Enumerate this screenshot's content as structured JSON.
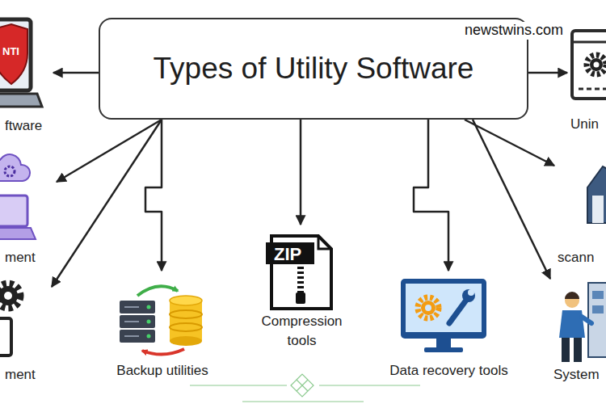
{
  "diagram": {
    "nodes": [
      {
        "text": [
          "Types of Utility Software"
        ]
      },
      {
        "text": [
          "ftware"
        ]
      },
      {
        "text": [
          "Unin"
        ]
      },
      {
        "text": [
          "ment"
        ]
      },
      {
        "text": [
          "scann"
        ]
      },
      {
        "text": [
          "ment"
        ]
      },
      {
        "text": [
          "Backup utilities"
        ]
      },
      {
        "text": [
          "Compression tools"
        ]
      },
      {
        "text": [
          "Data recovery tools"
        ]
      },
      {
        "text": [
          "System"
        ]
      }
    ],
    "edges": [
      {
        "from": 0,
        "to": 1,
        "arrow": "to"
      },
      {
        "from": 0,
        "to": 2,
        "arrow": "to"
      },
      {
        "from": 0,
        "to": 3,
        "arrow": "to"
      },
      {
        "from": 0,
        "to": 4,
        "arrow": "to"
      },
      {
        "from": 0,
        "to": 5,
        "arrow": "to"
      },
      {
        "from": 0,
        "to": 6,
        "arrow": "to"
      },
      {
        "from": 0,
        "to": 7,
        "arrow": "to"
      },
      {
        "from": 0,
        "to": 8,
        "arrow": "to"
      },
      {
        "from": 0,
        "to": 9,
        "arrow": "to"
      }
    ],
    "labels": [
      "NTI",
      "newstwins.com",
      "ZIP"
    ]
  }
}
